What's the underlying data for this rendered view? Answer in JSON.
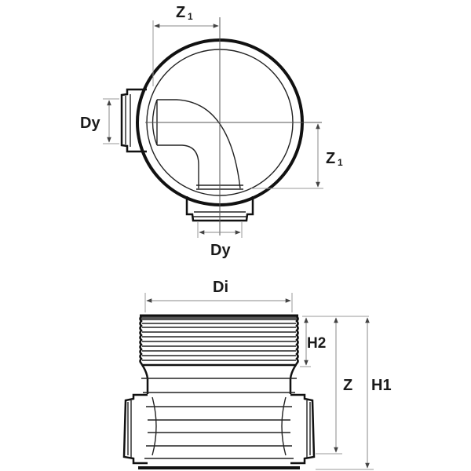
{
  "diagram": {
    "type": "technical-drawing",
    "views": [
      "top-view",
      "side-view"
    ],
    "colors": {
      "outline": "#111111",
      "dimension_line": "#8a8a8a",
      "background": "#ffffff"
    },
    "top_view": {
      "labels": {
        "z1_top": "Z",
        "z1_top_sub": "1",
        "dy_left": "Dy",
        "z1_right": "Z",
        "z1_right_sub": "1",
        "dy_bottom": "Dy"
      }
    },
    "side_view": {
      "labels": {
        "di": "Di",
        "h2": "H2",
        "z": "Z",
        "h1": "H1"
      }
    }
  }
}
